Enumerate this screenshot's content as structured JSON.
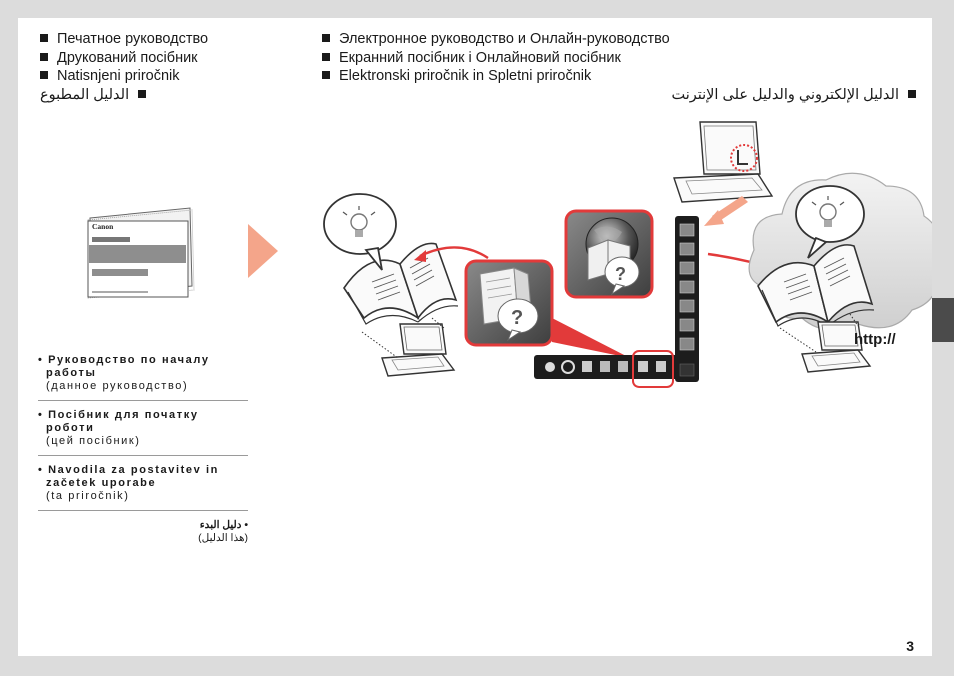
{
  "printed_heading": {
    "ru": "Печатное руководство",
    "uk": "Друкований посібник",
    "sl": "Natisnjeni priročnik",
    "ar": "الدليل المطبوع"
  },
  "online_heading": {
    "ru": "Электронное руководство и Онлайн-руководство",
    "uk": "Екранний посібник і Онлайновий посібник",
    "sl": "Elektronski priročnik in Spletni priročnik",
    "ar": "الدليل الإلكتروني والدليل على الإنترنت"
  },
  "booklet": {
    "brand": "Canon"
  },
  "url_label": "http://",
  "guide_list": [
    {
      "title": "Руководство по началу работы",
      "sub": "(данное руководство)"
    },
    {
      "title": "Посібник для початку роботи",
      "sub": "(цей посібник)"
    },
    {
      "title": "Navodila za postavitev in začetek uporabe",
      "sub": "(ta priročnik)"
    }
  ],
  "guide_list_ar": {
    "title": "دليل البدء",
    "sub": "(هذا الدليل)"
  },
  "page_number": "3",
  "icons": {
    "arrow": "right-chevron-icon",
    "lightbulb": "lightbulb-icon",
    "help_book": "help-book-icon",
    "globe_book": "globe-book-icon",
    "laptop": "laptop-icon",
    "cloud": "cloud-icon"
  },
  "colors": {
    "accent_red": "#e23a3a",
    "salmon": "#f4a58a",
    "tab_gray": "#4b4b4b"
  }
}
